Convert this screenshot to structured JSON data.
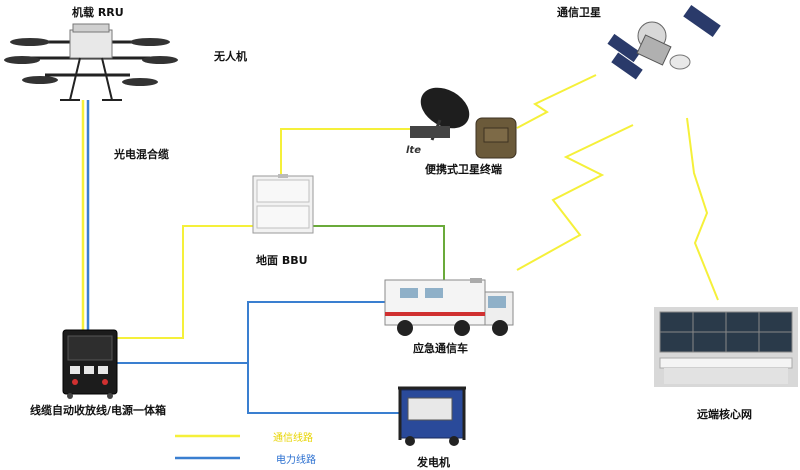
{
  "nodes": {
    "drone_rru": "机载 RRU",
    "uav": "无人机",
    "hybrid_cable": "光电混合缆",
    "ground_bbu": "地面 BBU",
    "portable_sat": "便携式卫星终端",
    "lte_logo": "lte",
    "satellite": "通信卫星",
    "vehicle": "应急通信车",
    "generator": "发电机",
    "cable_box": "线缆自动收放线/电源一体箱",
    "core_network": "远端核心网"
  },
  "legend": {
    "comm_line": "通信线路",
    "power_line": "电力线路"
  },
  "colors": {
    "comm": "#f5f03a",
    "power": "#3a7fd0",
    "fiber_green": "#6aaa3a",
    "legend_comm_text": "#e8d400",
    "legend_power_text": "#2a6fd0"
  }
}
